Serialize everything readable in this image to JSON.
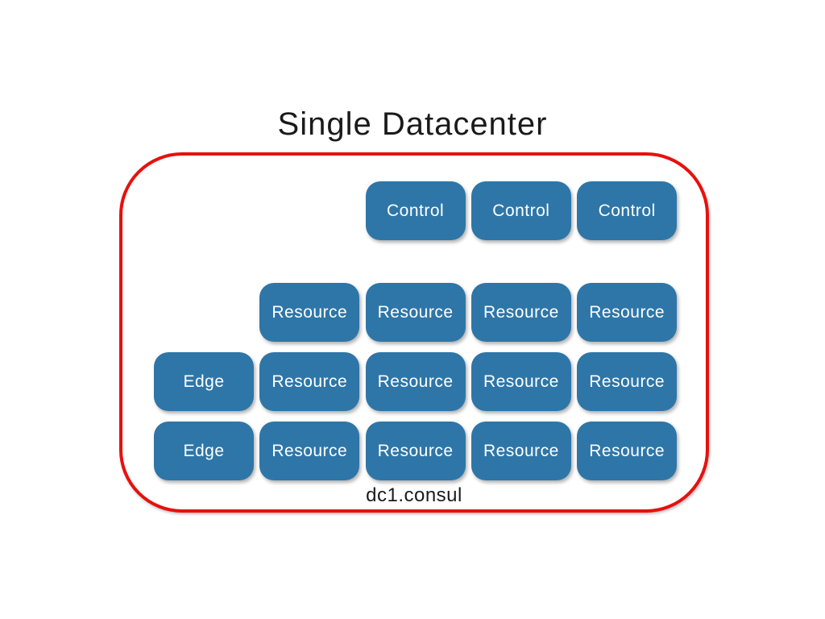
{
  "slide": {
    "title": "Single Datacenter",
    "datacenter": {
      "label": "dc1.consul",
      "border_color": "#e8100c"
    },
    "node_style": {
      "fill_color": "#2e76a8",
      "text_color": "#ffffff"
    },
    "grid": {
      "rows": [
        {
          "nodes": [
            {
              "label": "Control",
              "col": 3
            },
            {
              "label": "Control",
              "col": 4
            },
            {
              "label": "Control",
              "col": 5
            }
          ]
        },
        {
          "nodes": [
            {
              "label": "Resource",
              "col": 2
            },
            {
              "label": "Resource",
              "col": 3
            },
            {
              "label": "Resource",
              "col": 4
            },
            {
              "label": "Resource",
              "col": 5
            }
          ]
        },
        {
          "nodes": [
            {
              "label": "Edge",
              "col": 1
            },
            {
              "label": "Resource",
              "col": 2
            },
            {
              "label": "Resource",
              "col": 3
            },
            {
              "label": "Resource",
              "col": 4
            },
            {
              "label": "Resource",
              "col": 5
            }
          ]
        },
        {
          "nodes": [
            {
              "label": "Edge",
              "col": 1
            },
            {
              "label": "Resource",
              "col": 2
            },
            {
              "label": "Resource",
              "col": 3
            },
            {
              "label": "Resource",
              "col": 4
            },
            {
              "label": "Resource",
              "col": 5
            }
          ]
        }
      ]
    }
  }
}
